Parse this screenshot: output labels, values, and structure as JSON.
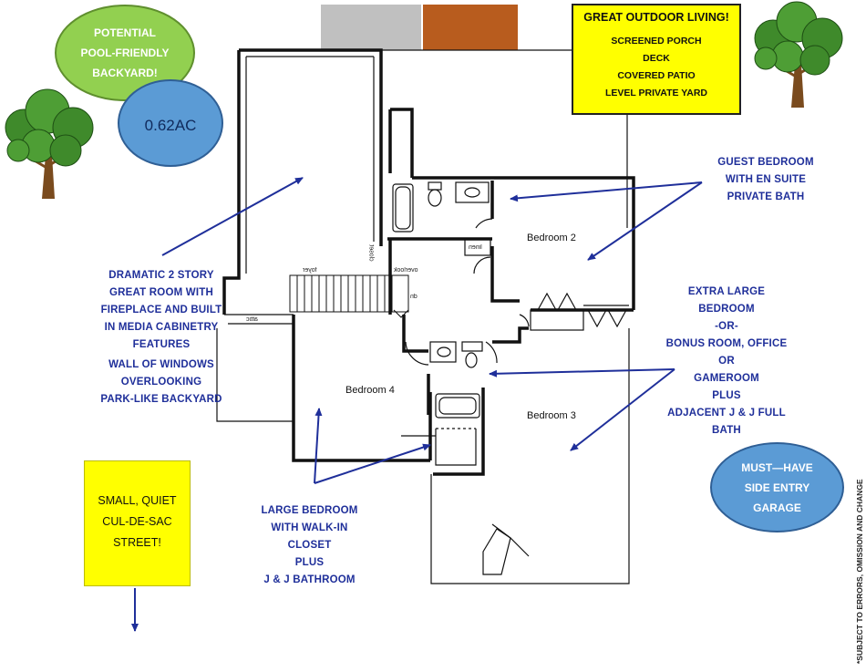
{
  "bubbles": {
    "pool": [
      "POTENTIAL",
      "POOL-FRIENDLY",
      "BACKYARD!"
    ],
    "acreage": "0.62AC",
    "garage": [
      "MUST—HAVE",
      "SIDE ENTRY",
      "GARAGE"
    ]
  },
  "outdoor": {
    "title": "GREAT OUTDOOR LIVING!",
    "items": [
      "SCREENED PORCH",
      "DECK",
      "COVERED PATIO",
      "LEVEL PRIVATE YARD"
    ]
  },
  "street": [
    "SMALL, QUIET",
    "CUL-DE-SAC",
    "STREET!"
  ],
  "callouts": {
    "great_room": [
      "DRAMATIC 2 STORY",
      "GREAT ROOM WITH",
      "FIREPLACE AND BUILT",
      "IN MEDIA CABINETRY",
      "FEATURES"
    ],
    "windows": [
      "WALL OF WINDOWS",
      "OVERLOOKING",
      "PARK-LIKE BACKYARD"
    ],
    "guest": [
      "GUEST BEDROOM",
      "WITH EN SUITE",
      "PRIVATE BATH"
    ],
    "extra": [
      "EXTRA LARGE",
      "BEDROOM",
      "-OR-",
      "BONUS ROOM, OFFICE OR",
      "GAMEROOM",
      "PLUS",
      "ADJACENT J & J FULL BATH"
    ],
    "large": [
      "LARGE BEDROOM",
      "WITH WALK-IN",
      "CLOSET",
      "PLUS",
      "J & J BATHROOM"
    ]
  },
  "rooms": {
    "bedroom2": "Bedroom 2",
    "bedroom3": "Bedroom 3",
    "bedroom4": "Bedroom 4"
  },
  "plan_text": {
    "foyer": "foyer",
    "overlook": "overlook",
    "linen": "linen",
    "closet": "closet",
    "attic": "attic",
    "dn": "dn"
  },
  "disclaimer": "*SUBJECT TO ERRORS, OMISSION AND CHANGE",
  "colors": {
    "callout_text": "#1f2f9a",
    "arrow": "#1f2f9a",
    "yellow": "#ffff00",
    "green": "#92d050",
    "blue": "#5b9bd5",
    "gray_block": "#c0c0c0",
    "brown_block": "#b85c1e",
    "tree_foliage": "#3f8a2b",
    "tree_trunk": "#7a4b1e"
  }
}
